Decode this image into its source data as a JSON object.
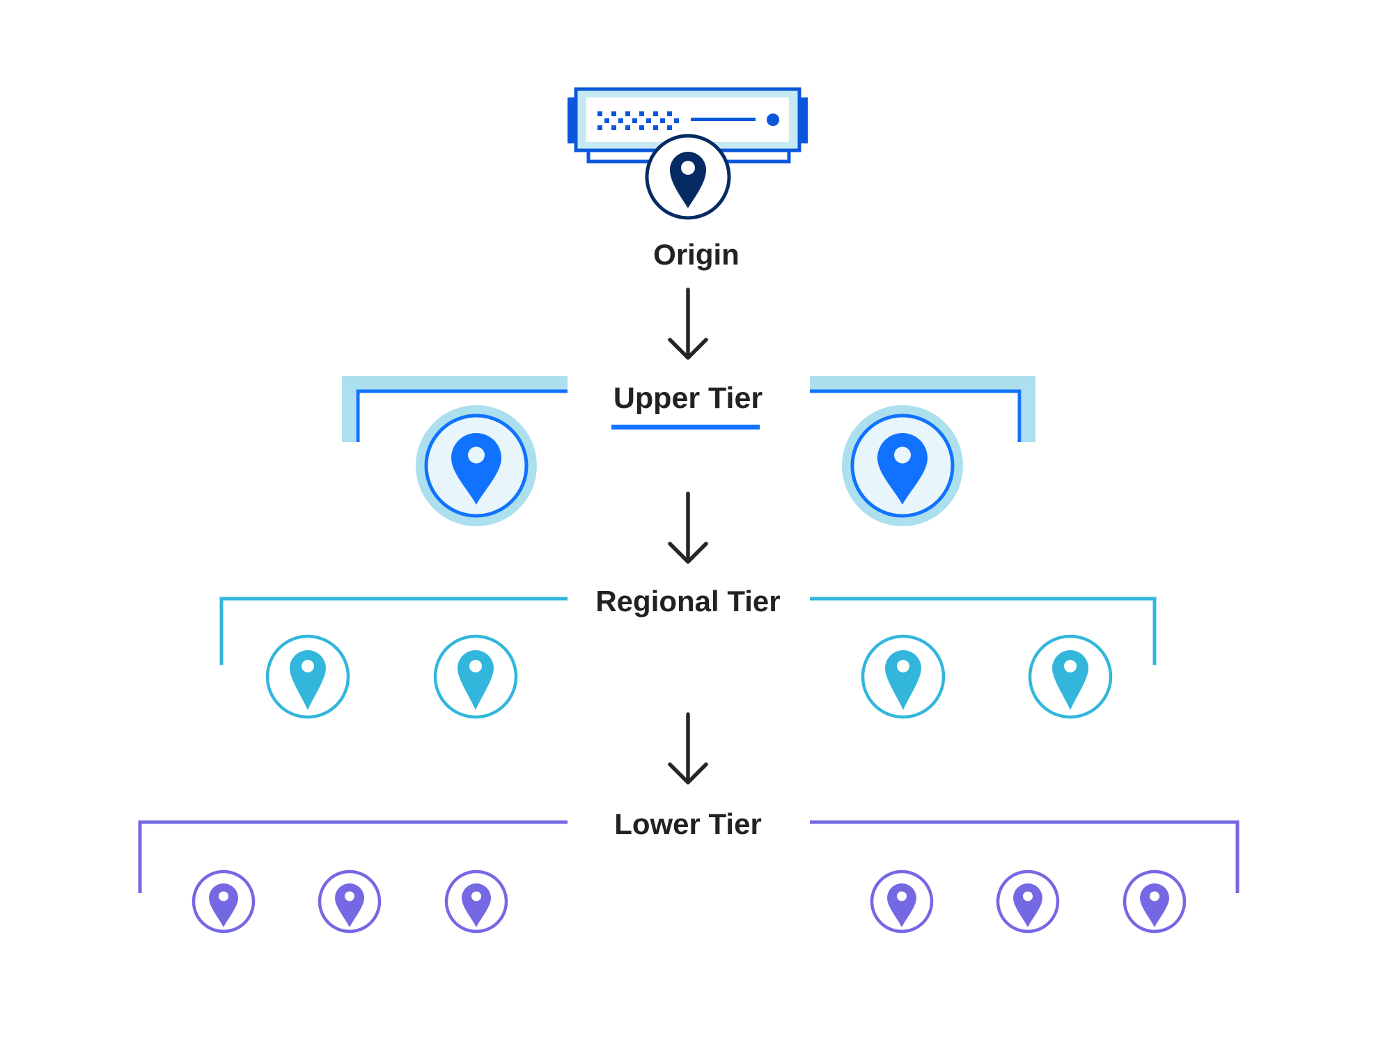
{
  "title": "Tiered cache topology",
  "colors": {
    "background": "#FFFFFF",
    "text": "#222222",
    "arrow": "#262626",
    "origin_blue": "#0A57DB",
    "origin_light": "#C6EAF5",
    "origin_pin": "#062A63",
    "upper_blue": "#1072FF",
    "upper_halo": "#ADE0EE",
    "upper_fill": "#E8F5FB",
    "regional": "#33B6DC",
    "lower": "#7568E3"
  },
  "origin": {
    "label": "Origin",
    "icon": "server-with-location-pin-icon"
  },
  "tiers": [
    {
      "id": "upper",
      "label": "Upper Tier",
      "underlined": true,
      "node_count": 2,
      "node_icon": "location-pin-icon"
    },
    {
      "id": "regional",
      "label": "Regional Tier",
      "underlined": false,
      "node_count": 4,
      "node_icon": "location-pin-icon"
    },
    {
      "id": "lower",
      "label": "Lower Tier",
      "underlined": false,
      "node_count": 6,
      "node_icon": "location-pin-icon"
    }
  ],
  "flow": [
    {
      "from": "Origin",
      "to": "Upper Tier",
      "icon": "arrow-down-icon"
    },
    {
      "from": "Upper Tier",
      "to": "Regional Tier",
      "icon": "arrow-down-icon"
    },
    {
      "from": "Regional Tier",
      "to": "Lower Tier",
      "icon": "arrow-down-icon"
    }
  ]
}
